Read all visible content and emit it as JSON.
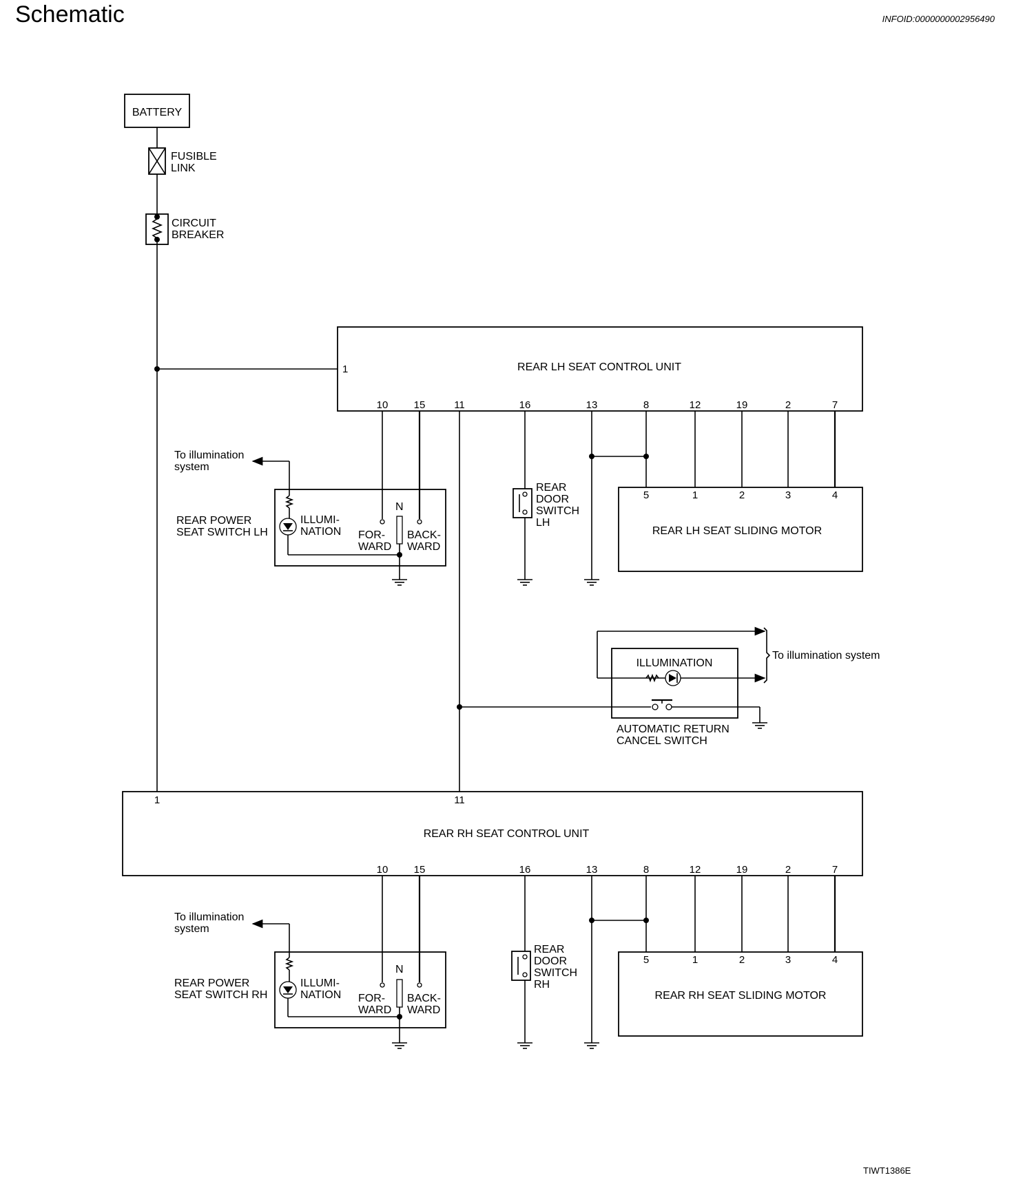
{
  "title": "Schematic",
  "info_id": "INFOID:0000000002956490",
  "figure_id": "TIWT1386E",
  "power": {
    "battery": "BATTERY",
    "fusible_link": [
      "FUSIBLE",
      "LINK"
    ],
    "circuit_breaker": [
      "CIRCUIT",
      "BREAKER"
    ]
  },
  "lh": {
    "control_unit": "REAR LH SEAT CONTROL UNIT",
    "power_pin": "1",
    "pins": [
      "10",
      "15",
      "11",
      "16",
      "13",
      "8",
      "12",
      "19",
      "2",
      "7"
    ],
    "to_illumination": [
      "To illumination",
      "system"
    ],
    "switch_name": [
      "REAR POWER",
      "SEAT SWITCH LH"
    ],
    "illumination": [
      "ILLUMI-",
      "NATION"
    ],
    "forward": [
      "FOR-",
      "WARD"
    ],
    "neutral": "N",
    "backward": [
      "BACK-",
      "WARD"
    ],
    "door_switch": [
      "REAR",
      "DOOR",
      "SWITCH",
      "LH"
    ],
    "motor": "REAR LH SEAT SLIDING MOTOR",
    "motor_pins": [
      "5",
      "1",
      "2",
      "3",
      "4"
    ]
  },
  "cancel": {
    "illumination": "ILLUMINATION",
    "to_illumination": "To illumination system",
    "switch_name": [
      "AUTOMATIC RETURN",
      "CANCEL SWITCH"
    ]
  },
  "rh": {
    "control_unit": "REAR RH SEAT CONTROL UNIT",
    "top_pins": [
      "1",
      "11"
    ],
    "pins": [
      "10",
      "15",
      "16",
      "13",
      "8",
      "12",
      "19",
      "2",
      "7"
    ],
    "to_illumination": [
      "To illumination",
      "system"
    ],
    "switch_name": [
      "REAR POWER",
      "SEAT SWITCH RH"
    ],
    "illumination": [
      "ILLUMI-",
      "NATION"
    ],
    "forward": [
      "FOR-",
      "WARD"
    ],
    "neutral": "N",
    "backward": [
      "BACK-",
      "WARD"
    ],
    "door_switch": [
      "REAR",
      "DOOR",
      "SWITCH",
      "RH"
    ],
    "motor": "REAR RH SEAT SLIDING MOTOR",
    "motor_pins": [
      "5",
      "1",
      "2",
      "3",
      "4"
    ]
  }
}
